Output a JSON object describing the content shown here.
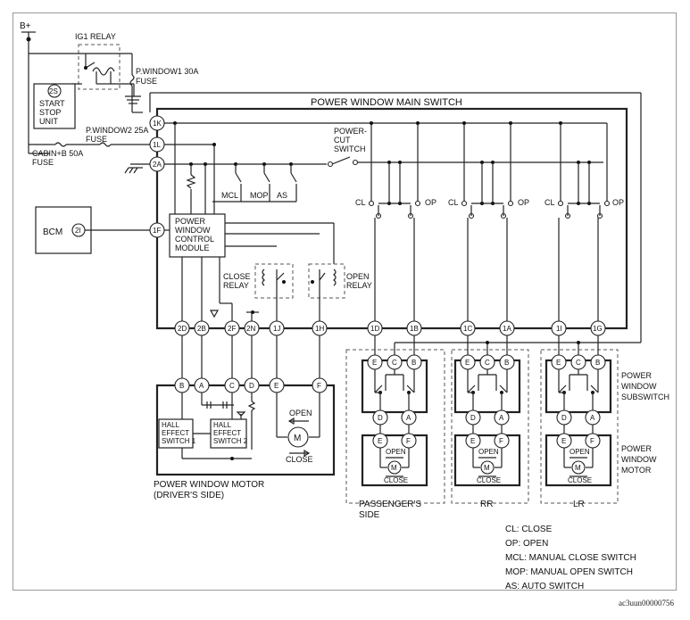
{
  "diagram": {
    "b_plus": "B+",
    "ig1_relay": "IG1 RELAY",
    "start_stop_pin": "2S",
    "start_stop_lines": [
      "START",
      "STOP",
      "UNIT"
    ],
    "pwindow1_fuse_lines": [
      "P.WINDOW1 30A",
      "FUSE"
    ],
    "pwindow2_fuse_lines": [
      "P.WINDOW2 25A",
      "FUSE"
    ],
    "cabin_fuse_lines": [
      "CABIN+B 50A",
      "FUSE"
    ],
    "main_switch_title": "POWER WINDOW MAIN SWITCH",
    "power_cut_lines": [
      "POWER-",
      "CUT",
      "SWITCH"
    ],
    "module_lines": [
      "POWER",
      "WINDOW",
      "CONTROL",
      "MODULE"
    ],
    "mcl": "MCL",
    "mop": "MOP",
    "as": "AS",
    "bcm": "BCM",
    "bcm_pin": "2I",
    "close_relay_lines": [
      "CLOSE",
      "RELAY"
    ],
    "open_relay_lines": [
      "OPEN",
      "RELAY"
    ],
    "cl": "CL",
    "op": "OP",
    "left_pins": [
      "1K",
      "1L",
      "2A",
      "1F"
    ],
    "bottom_pins": [
      "2D",
      "2B",
      "2F",
      "2N",
      "1J",
      "1H",
      "1D",
      "1B",
      "1C",
      "1A",
      "1I",
      "1G"
    ],
    "driver_motor_pins": [
      "B",
      "A",
      "C",
      "D",
      "E",
      "F"
    ],
    "hall1_lines": [
      "HALL",
      "EFFECT",
      "SWITCH 1"
    ],
    "hall2_lines": [
      "HALL",
      "EFFECT",
      "SWITCH 2"
    ],
    "open": "OPEN",
    "close": "CLOSE",
    "motor_symbol": "M",
    "driver_motor_lines": [
      "POWER WINDOW MOTOR",
      "(DRIVER'S SIDE)"
    ],
    "sub_pins_top": [
      "E",
      "C",
      "B"
    ],
    "sub_pins_mid": [
      "D",
      "A"
    ],
    "sub_pins_motor": [
      "E",
      "F"
    ],
    "passenger_lines": [
      "PASSENGER'S",
      "SIDE"
    ],
    "rr": "RR",
    "lr": "LR",
    "subswitch_lines": [
      "POWER",
      "WINDOW",
      "SUBSWITCH"
    ],
    "motor_label_lines": [
      "POWER",
      "WINDOW",
      "MOTOR"
    ],
    "legend": [
      "CL: CLOSE",
      "OP: OPEN",
      "MCL: MANUAL CLOSE SWITCH",
      "MOP: MANUAL OPEN SWITCH",
      "AS: AUTO SWITCH"
    ],
    "figure_id": "ac3uun00000756"
  }
}
